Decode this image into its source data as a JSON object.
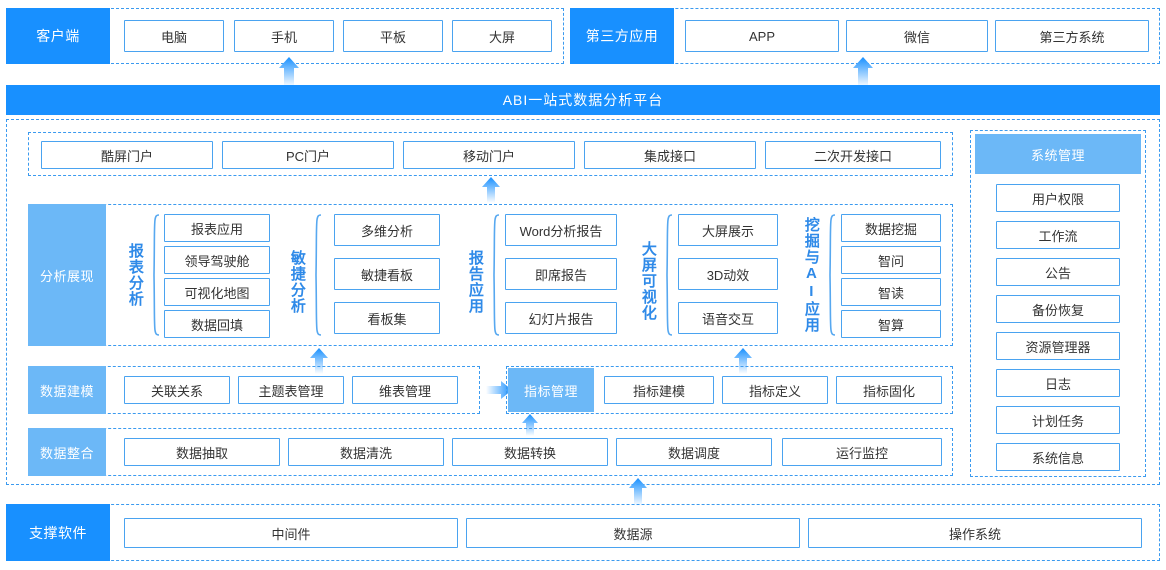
{
  "theme": {
    "accent_solid": "#1890ff",
    "accent_light": "#6cb8f7",
    "border_blue": "#4aa3f0",
    "dash_blue": "#3b9aef",
    "label_text": "#2f8ae8"
  },
  "client_tier": {
    "label": "客户端",
    "items": [
      "电脑",
      "手机",
      "平板",
      "大屏"
    ]
  },
  "third_party_tier": {
    "label": "第三方应用",
    "items": [
      "APP",
      "微信",
      "第三方系统"
    ]
  },
  "platform_banner": {
    "title": "ABI一站式数据分析平台"
  },
  "portal_row": {
    "items": [
      "酷屏门户",
      "PC门户",
      "移动门户",
      "集成接口",
      "二次开发接口"
    ]
  },
  "analysis_tier": {
    "label": "分析展现",
    "groups": [
      {
        "name": "报表分析",
        "items": [
          "报表应用",
          "领导驾驶舱",
          "可视化地图",
          "数据回填"
        ]
      },
      {
        "name": "敏捷分析",
        "items": [
          "多维分析",
          "敏捷看板",
          "看板集"
        ]
      },
      {
        "name": "报告应用",
        "items": [
          "Word分析报告",
          "即席报告",
          "幻灯片报告"
        ]
      },
      {
        "name": "大屏可视化",
        "items": [
          "大屏展示",
          "3D动效",
          "语音交互"
        ]
      },
      {
        "name": "挖掘与AI应用",
        "items": [
          "数据挖掘",
          "智问",
          "智读",
          "智算"
        ]
      }
    ]
  },
  "modeling_tier": {
    "label": "数据建模",
    "items": [
      "关联关系",
      "主题表管理",
      "维表管理"
    ],
    "metric_label": "指标管理",
    "metric_items": [
      "指标建模",
      "指标定义",
      "指标固化"
    ]
  },
  "integration_tier": {
    "label": "数据整合",
    "items": [
      "数据抽取",
      "数据清洗",
      "数据转换",
      "数据调度",
      "运行监控"
    ]
  },
  "system_mgmt": {
    "label": "系统管理",
    "items": [
      "用户权限",
      "工作流",
      "公告",
      "备份恢复",
      "资源管理器",
      "日志",
      "计划任务",
      "系统信息"
    ]
  },
  "support_tier": {
    "label": "支撑软件",
    "items": [
      "中间件",
      "数据源",
      "操作系统"
    ]
  }
}
